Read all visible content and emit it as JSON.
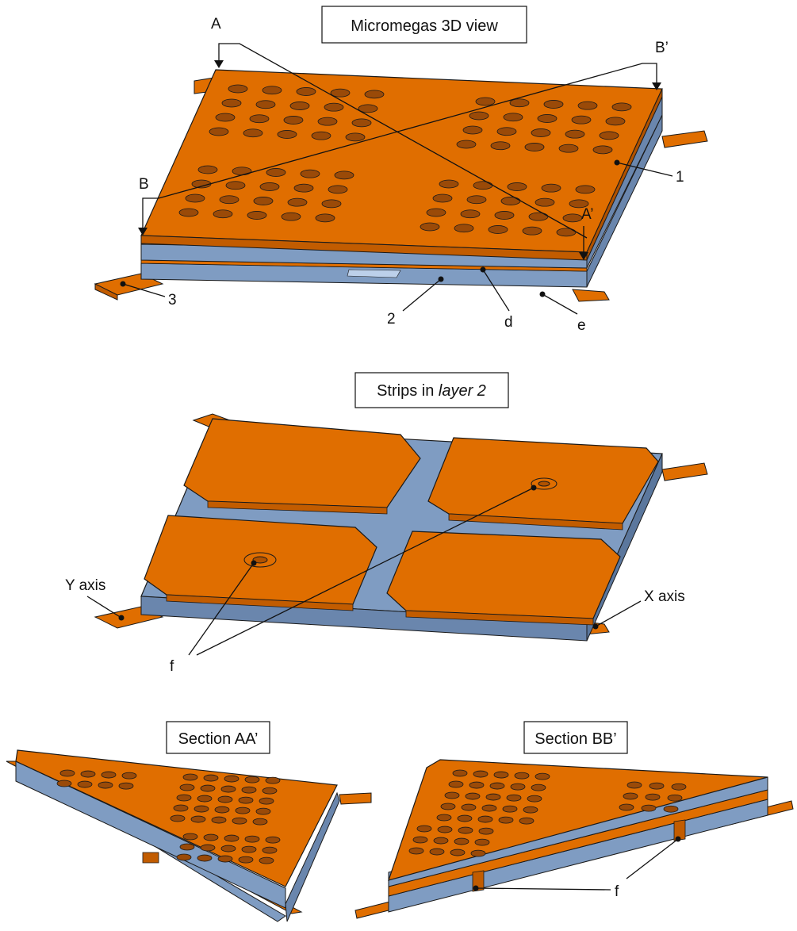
{
  "colors": {
    "copper": "#e06e00",
    "copper_side": "#c25c00",
    "dielectric": "#7f9cc2",
    "dielectric_side": "#6a86ad",
    "outline": "#1a1a1a",
    "hole": "#9a4a08"
  },
  "titles": {
    "view3d": "Micromegas 3D view",
    "strips_prefix": "Strips in ",
    "strips_italic": "layer 2",
    "section_aa": "Section AA’",
    "section_bb": "Section BB’"
  },
  "labels": {
    "A": "A",
    "A_prime": "A’",
    "B": "B",
    "B_prime": "B’",
    "n1": "1",
    "n2": "2",
    "n3": "3",
    "d": "d",
    "e": "e",
    "y_axis": "Y axis",
    "x_axis": "X axis",
    "f_strips": "f",
    "f_section": "f"
  }
}
